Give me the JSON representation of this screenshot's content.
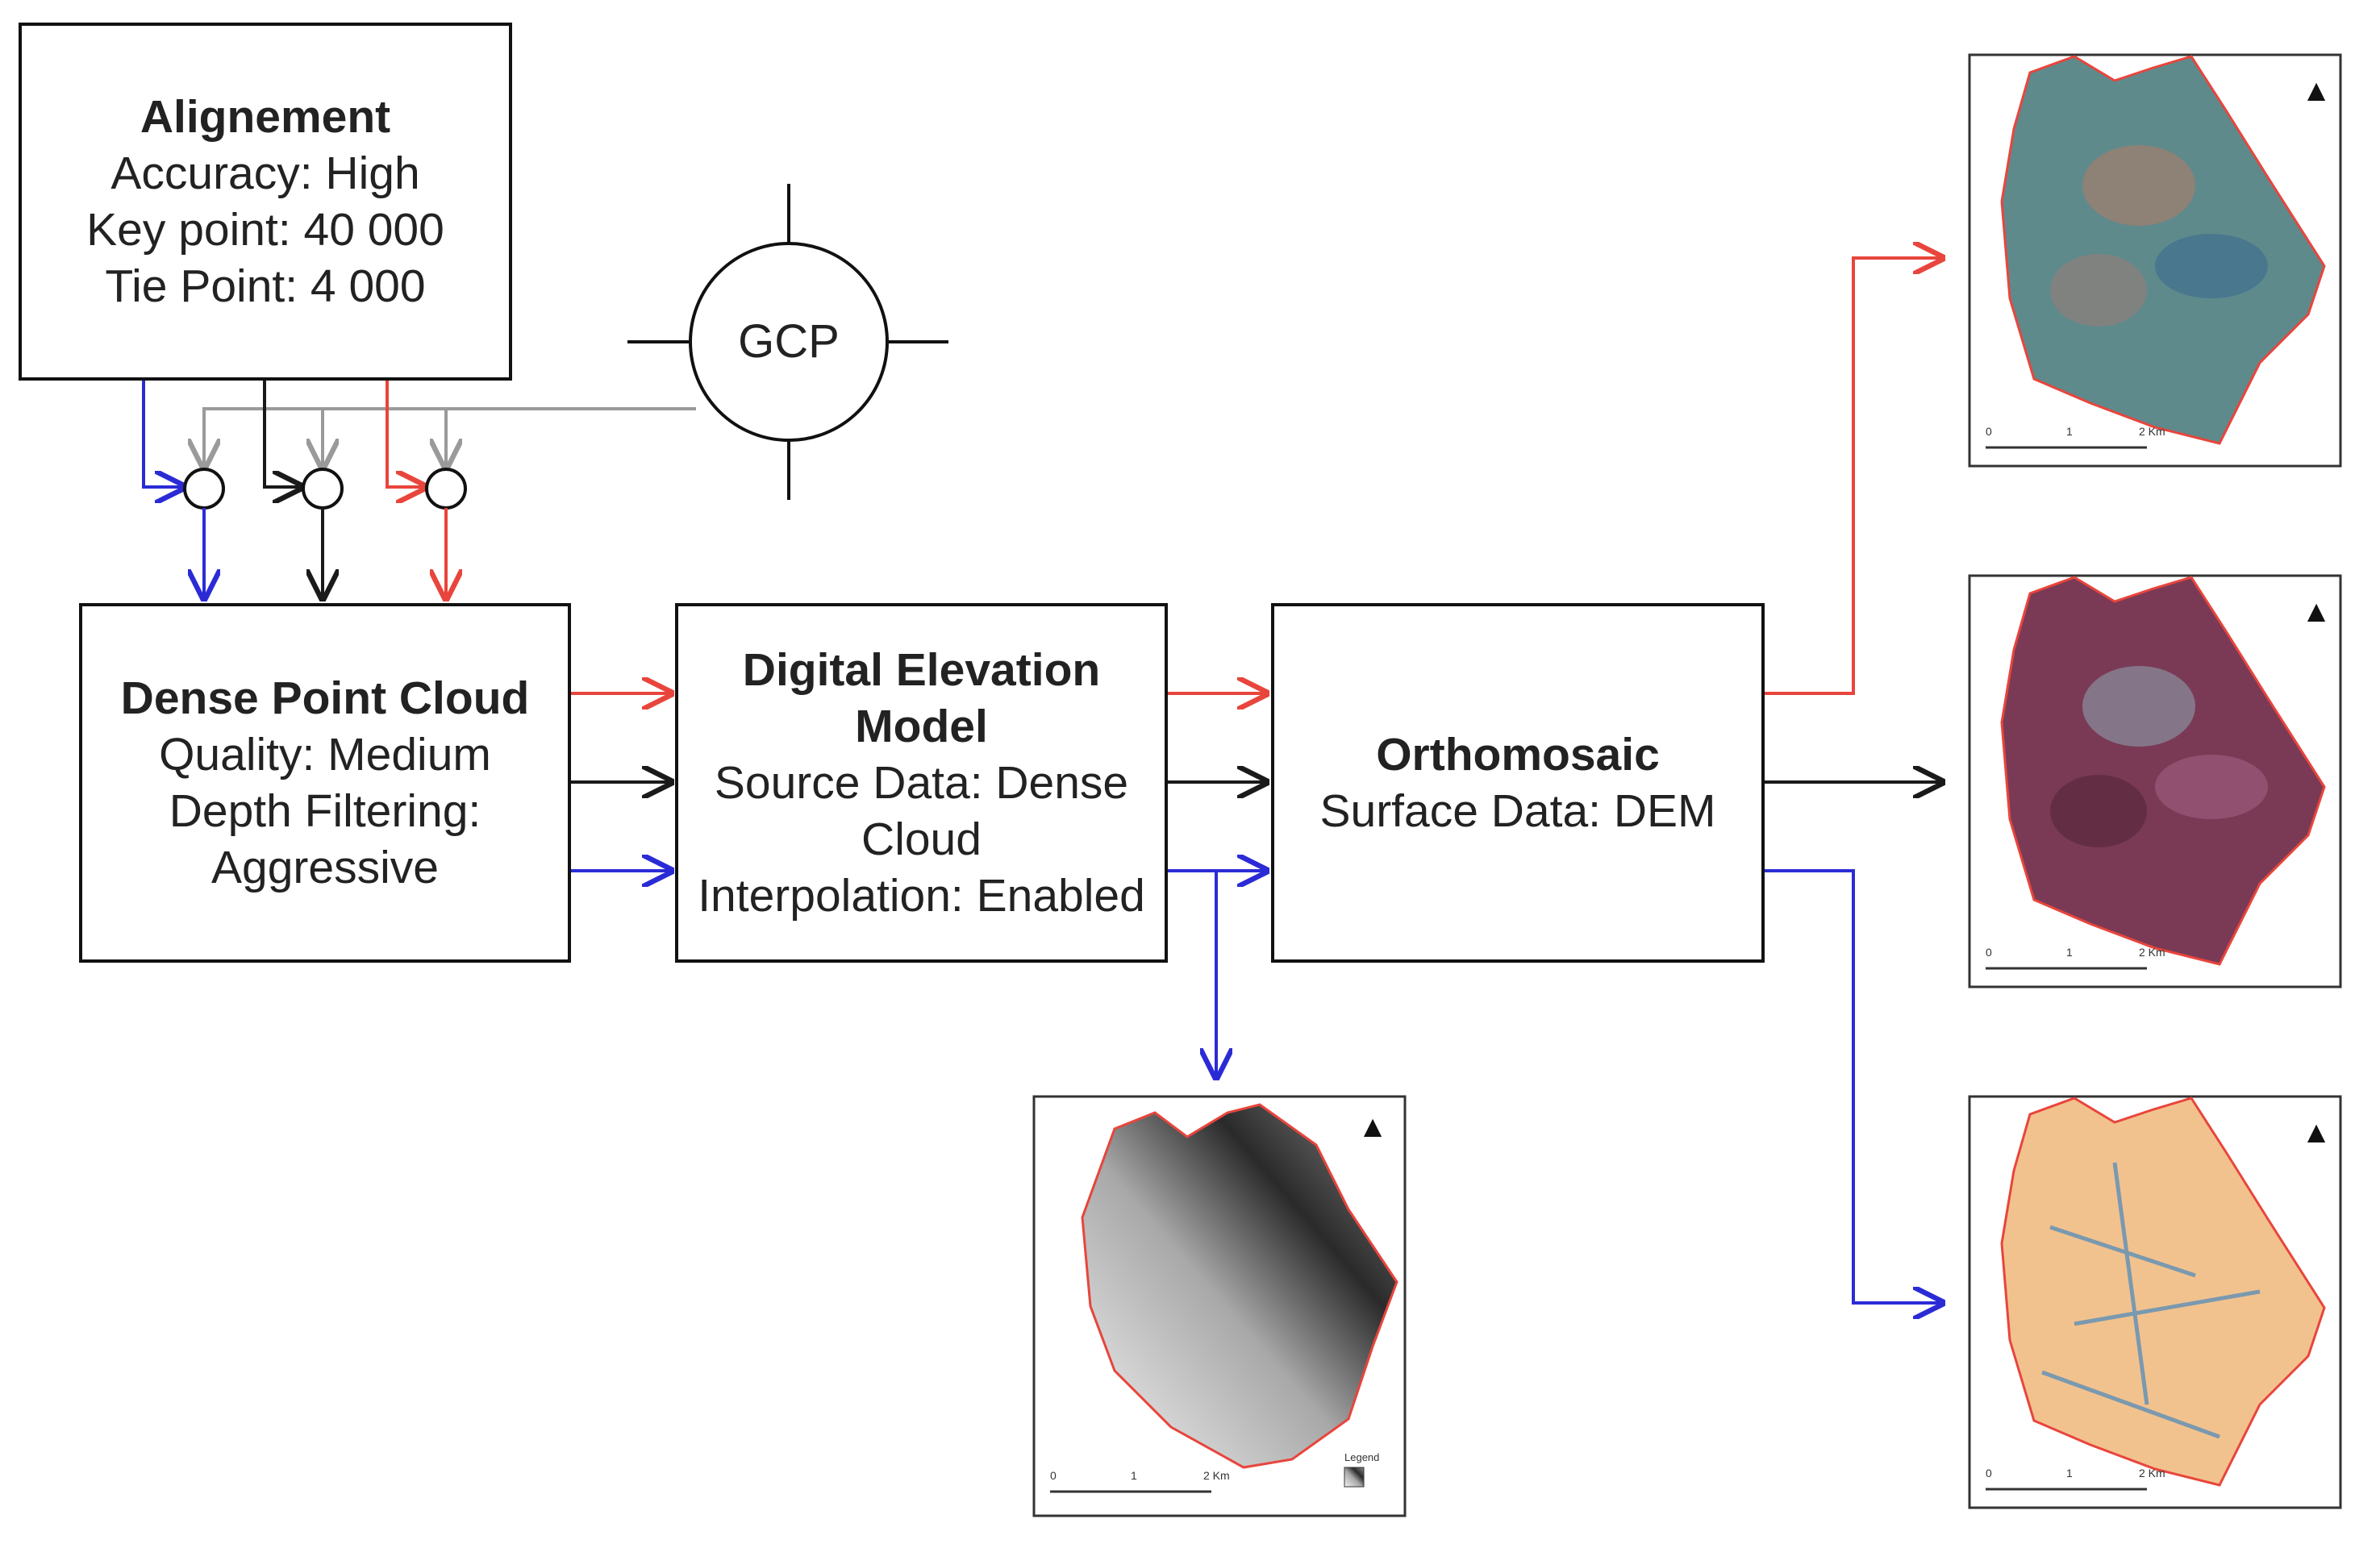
{
  "nodes": {
    "alignment": {
      "title": "Alignement",
      "lines": [
        "Accuracy: High",
        "Key point: 40 000",
        "Tie Point: 4 000"
      ]
    },
    "gcp": {
      "label": "GCP"
    },
    "dense_cloud": {
      "title": "Dense Point Cloud",
      "lines": [
        "Quality: Medium",
        "Depth Filtering:",
        "Aggressive"
      ]
    },
    "dem": {
      "title_lines": [
        "Digital Elevation",
        "Model"
      ],
      "lines": [
        "Source Data: Dense",
        "Cloud",
        "Interpolation: Enabled"
      ]
    },
    "orthomosaic": {
      "title": "Orthomosaic",
      "lines": [
        "Surface Data: DEM"
      ]
    }
  },
  "flows": {
    "colors": {
      "red": "#e8453c",
      "black": "#1a1a1a",
      "blue": "#2b2bd6",
      "gray": "#9a9a9a"
    }
  },
  "maps": [
    {
      "id": "dem-map",
      "fill": "grayscale-elevation",
      "legend": "Legend"
    },
    {
      "id": "ortho-map-rgb",
      "fill": "natural-color"
    },
    {
      "id": "ortho-map-false-color",
      "fill": "false-color"
    },
    {
      "id": "ortho-map-index",
      "fill": "vegetation-index"
    }
  ],
  "map_scalebar": {
    "labels": [
      "0",
      "1",
      "2 Km"
    ]
  }
}
